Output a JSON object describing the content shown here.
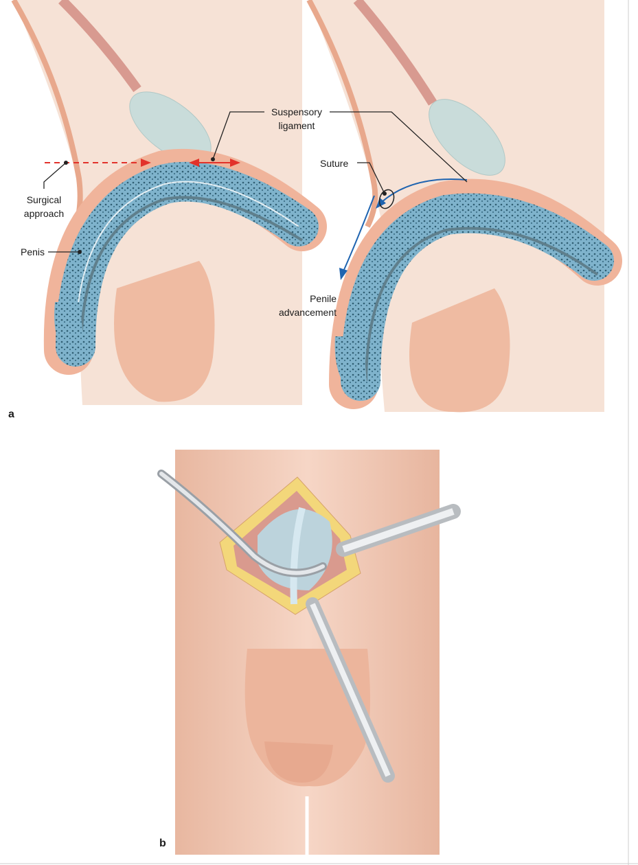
{
  "panel_a": {
    "letter": "a",
    "labels": {
      "suspensory_line1": "Suspensory",
      "suspensory_line2": "ligament",
      "surgical_line1": "Surgical",
      "surgical_line2": "approach",
      "penis": "Penis",
      "suture": "Suture",
      "advancement_line1": "Penile",
      "advancement_line2": "advancement"
    }
  },
  "panel_b": {
    "letter": "b"
  },
  "colors": {
    "skin": "#f2c6ad",
    "skin_light": "#f7e1d3",
    "tissue_blue": "#7fb3cc",
    "arrow_red": "#e2312a",
    "arrow_blue": "#1f64b0"
  }
}
